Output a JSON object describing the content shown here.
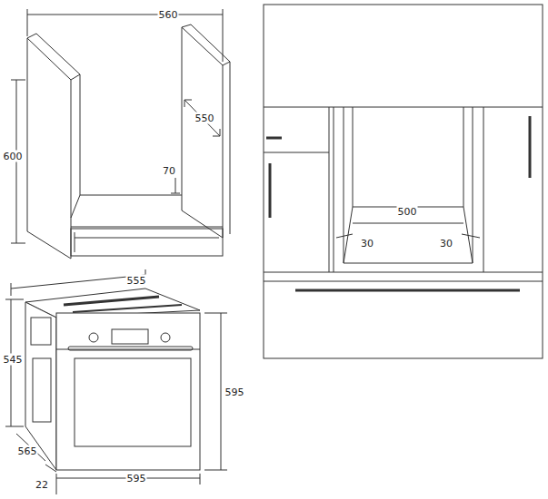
{
  "diagram": {
    "labels": [
      "560",
      "550",
      "600",
      "70",
      "555",
      "545",
      "595",
      "565",
      "22",
      "595",
      "500",
      "30",
      "30"
    ]
  }
}
